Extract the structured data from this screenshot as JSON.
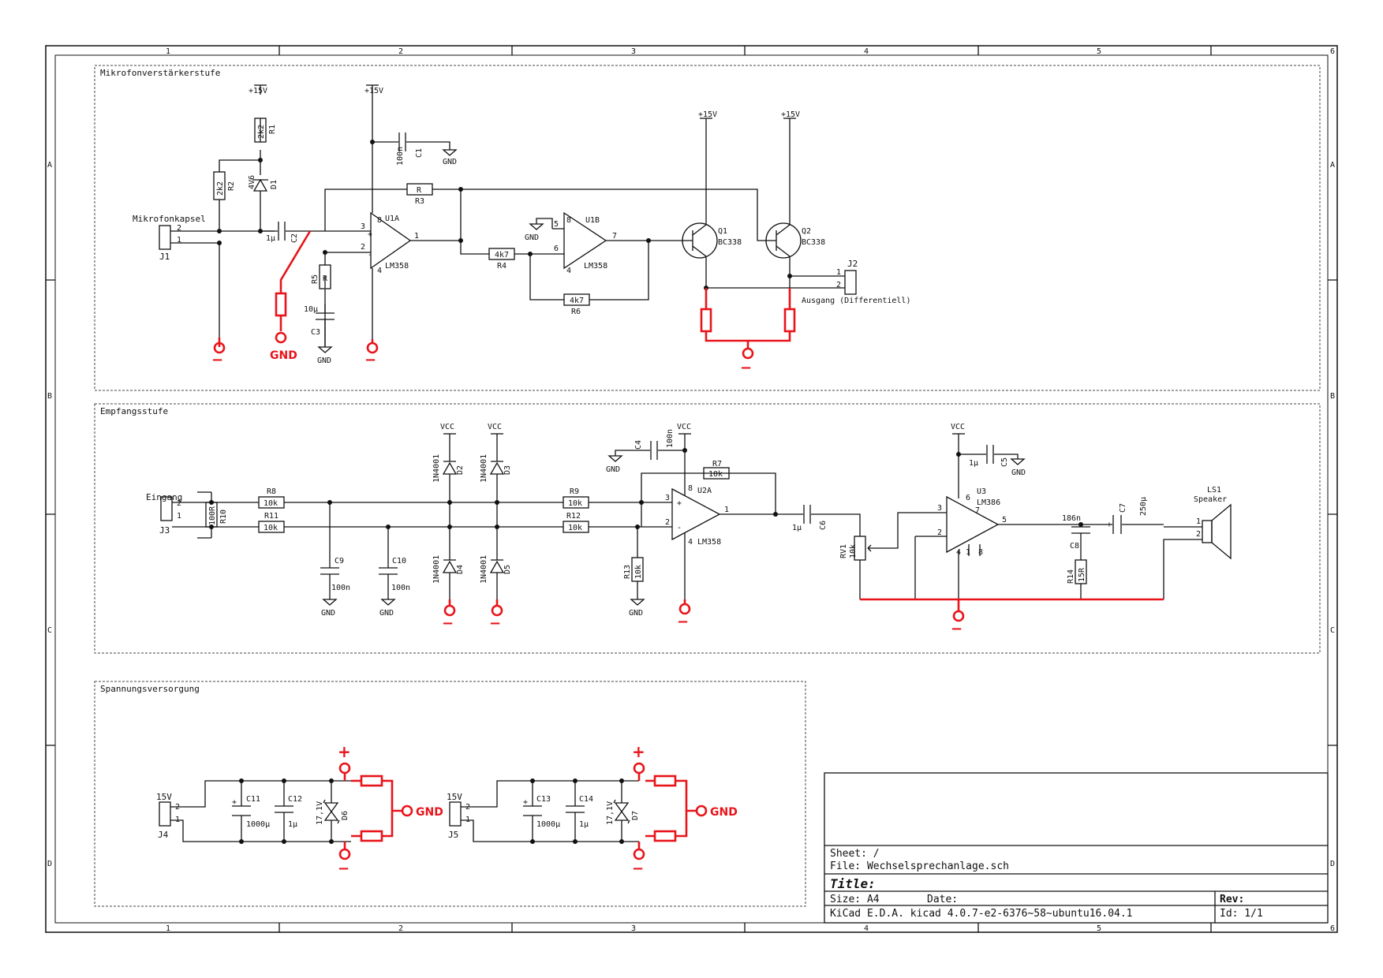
{
  "grid": {
    "cols": [
      "1",
      "2",
      "3",
      "4",
      "5",
      "6"
    ],
    "rows": [
      "A",
      "B",
      "C",
      "D"
    ]
  },
  "sections": {
    "mic": "Mikrofonverstärkerstufe",
    "receive": "Empfangsstufe",
    "power": "Spannungsversorgung"
  },
  "mic_stage": {
    "rail_15v": "+15V",
    "gnd": "GND",
    "r1_ref": "R1",
    "r1_val": "2k2",
    "r2_ref": "R2",
    "r2_val": "2k2",
    "d1_ref": "D1",
    "d1_val": "4V6",
    "j1_ref": "J1",
    "j1_name": "Mikrofonkapsel",
    "c2_ref": "C2",
    "c2_val": "1µ",
    "c1_ref": "C1",
    "c1_val": "100n",
    "r3_ref": "R3",
    "r3_val": "R",
    "u1a_ref": "U1A",
    "u1a_val": "LM358",
    "u1b_ref": "U1B",
    "u1b_val": "LM358",
    "r5_ref": "R5",
    "r5_val": "R",
    "c3_ref": "C3",
    "c3_val": "10µ",
    "r4_ref": "R4",
    "r4_val": "4k7",
    "r6_ref": "R6",
    "r6_val": "4k7",
    "q1_ref": "Q1",
    "q1_val": "BC338",
    "q2_ref": "Q2",
    "q2_val": "BC338",
    "j2_ref": "J2",
    "j2_name": "Ausgang (Differentiell)"
  },
  "receive_stage": {
    "vcc": "VCC",
    "gnd": "GND",
    "j3_ref": "J3",
    "j3_name": "Eingang",
    "r10_ref": "R10",
    "r10_val": "100R",
    "r8_ref": "R8",
    "r8_val": "10k",
    "r11_ref": "R11",
    "r11_val": "10k",
    "c9_ref": "C9",
    "c9_val": "100n",
    "c10_ref": "C10",
    "c10_val": "100n",
    "d2_ref": "D2",
    "d3_ref": "D3",
    "d4_ref": "D4",
    "d5_ref": "D5",
    "diode_val": "1N4001",
    "r9_ref": "R9",
    "r9_val": "10k",
    "r12_ref": "R12",
    "r12_val": "10k",
    "r13_ref": "R13",
    "r13_val": "10k",
    "c4_ref": "C4",
    "c4_val": "100n",
    "r7_ref": "R7",
    "r7_val": "10k",
    "u2a_ref": "U2A",
    "u2a_val": "LM358",
    "c6_ref": "C6",
    "c6_val": "1µ",
    "rv1_ref": "RV1",
    "rv1_val": "10k",
    "u3_ref": "U3",
    "u3_val": "LM386",
    "c5_ref": "C5",
    "c5_val": "1µ",
    "c8_ref": "C8",
    "c8_val": "186n",
    "r14_ref": "R14",
    "r14_val": "15R",
    "c7_ref": "C7",
    "c7_val": "250µ",
    "ls1_ref": "LS1",
    "ls1_val": "Speaker"
  },
  "power_stage": {
    "j4_ref": "J4",
    "j4_val": "15V",
    "c11_ref": "C11",
    "c11_val": "1000µ",
    "c12_ref": "C12",
    "c12_val": "1µ",
    "d6_ref": "D6",
    "d6_val": "17,1V",
    "j5_ref": "J5",
    "j5_val": "15V",
    "c13_ref": "C13",
    "c13_val": "1000µ",
    "c14_ref": "C14",
    "c14_val": "1µ",
    "d7_ref": "D7",
    "d7_val": "17,1V",
    "gnd": "GND",
    "plus": "+",
    "minus": "−"
  },
  "title_block": {
    "sheet": "Sheet: /",
    "file": "File: Wechselsprechanlage.sch",
    "title": "Title:",
    "size": "Size: A4",
    "date": "Date:",
    "rev": "Rev:",
    "tool": "KiCad E.D.A.  kicad 4.0.7-e2-6376~58~ubuntu16.04.1",
    "id": "Id: 1/1"
  },
  "colors": {
    "annotation": "#e8141a",
    "wire": "#111111"
  }
}
